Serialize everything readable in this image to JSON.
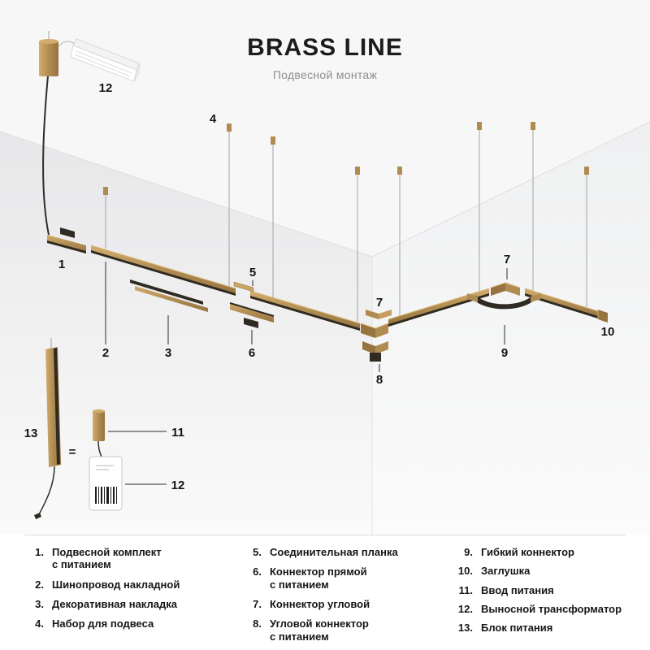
{
  "header": {
    "title": "BRASS LINE",
    "subtitle": "Подвесной монтаж"
  },
  "scene": {
    "labels": {
      "mount12": "12",
      "n1": "1",
      "n2": "2",
      "n3": "3",
      "n4": "4",
      "n5": "5",
      "n6": "6",
      "n7a": "7",
      "n7b": "7",
      "n8": "8",
      "n9": "9",
      "n10": "10",
      "n11": "11",
      "n12b": "12",
      "n13": "13",
      "equals": "="
    }
  },
  "legend": {
    "items": [
      {
        "num": "1.",
        "label": "Подвесной комплект\nс питанием"
      },
      {
        "num": "2.",
        "label": "Шинопровод накладной"
      },
      {
        "num": "3.",
        "label": "Декоративная накладка"
      },
      {
        "num": "4.",
        "label": "Набор для подвеса"
      },
      {
        "num": "5.",
        "label": "Соединительная планка"
      },
      {
        "num": "6.",
        "label": "Коннектор прямой\nс питанием"
      },
      {
        "num": "7.",
        "label": "Коннектор угловой"
      },
      {
        "num": "8.",
        "label": "Угловой коннектор\nс питанием"
      },
      {
        "num": "9.",
        "label": "Гибкий коннектор"
      },
      {
        "num": "10.",
        "label": "Заглушка"
      },
      {
        "num": "11.",
        "label": "Ввод питания"
      },
      {
        "num": "12.",
        "label": "Выносной трансформатор"
      },
      {
        "num": "13.",
        "label": "Блок питания"
      }
    ]
  },
  "colors": {
    "brass": "#b08c52",
    "brass_light": "#d2ad6e",
    "brass_dark": "#96743f",
    "detail_dark": "#2f2a22",
    "wall_left": "#e8e8ea",
    "wall_right": "#eff0f1",
    "ceiling": "#f7f7f8"
  }
}
